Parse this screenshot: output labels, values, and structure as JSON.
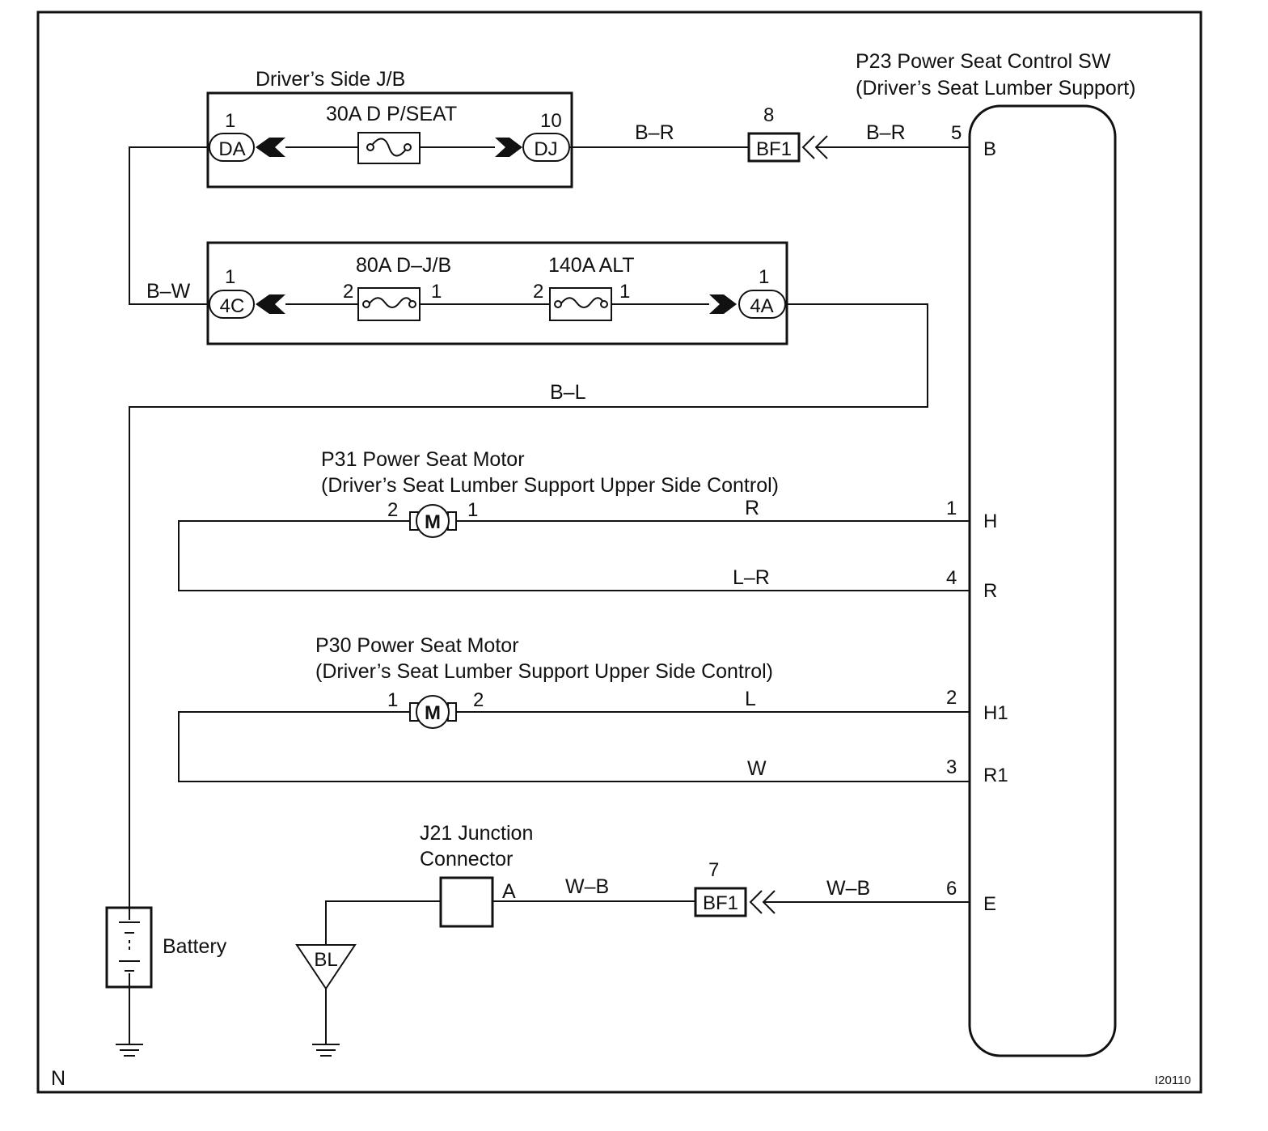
{
  "driver_jb": {
    "title": "Driver’s Side J/B",
    "fuse_label": "30A D P/SEAT",
    "left_pin": "1",
    "left_connector": "DA",
    "right_pin": "10",
    "right_connector": "DJ"
  },
  "fusible_box": {
    "fuse1_label": "80A D–J/B",
    "fuse1_pin_left": "2",
    "fuse1_pin_right": "1",
    "fuse2_label": "140A ALT",
    "fuse2_pin_left": "2",
    "fuse2_pin_right": "1",
    "left_pin": "1",
    "left_connector": "4C",
    "right_pin": "1",
    "right_connector": "4A"
  },
  "switch": {
    "title_line1": "P23 Power Seat Control SW",
    "title_line2": "(Driver’s Seat Lumber Support)",
    "terminals": [
      {
        "pin": "5",
        "name": "B"
      },
      {
        "pin": "1",
        "name": "H"
      },
      {
        "pin": "4",
        "name": "R"
      },
      {
        "pin": "2",
        "name": "H1"
      },
      {
        "pin": "3",
        "name": "R1"
      },
      {
        "pin": "6",
        "name": "E"
      }
    ]
  },
  "wires": {
    "bw": "B–W",
    "br_left": "B–R",
    "br_right": "B–R",
    "bl": "B–L",
    "r": "R",
    "lr": "L–R",
    "l": "L",
    "w": "W",
    "wb_left": "W–B",
    "wb_right": "W–B"
  },
  "bf1_top": {
    "pin": "8",
    "label": "BF1"
  },
  "bf1_bottom": {
    "pin": "7",
    "label": "BF1"
  },
  "motor_p31": {
    "title_line1": "P31 Power Seat Motor",
    "title_line2": "(Driver’s Seat Lumber Support Upper Side Control)",
    "pin_left": "2",
    "pin_right": "1",
    "symbol": "M"
  },
  "motor_p30": {
    "title_line1": "P30 Power Seat Motor",
    "title_line2": "(Driver’s Seat Lumber Support Upper Side Control)",
    "pin_left": "1",
    "pin_right": "2",
    "symbol": "M"
  },
  "junction": {
    "title_line1": "J21 Junction",
    "title_line2": "Connector",
    "pin": "A"
  },
  "ground_point": "BL",
  "battery_label": "Battery",
  "corner_left": "N",
  "corner_right": "I20110"
}
